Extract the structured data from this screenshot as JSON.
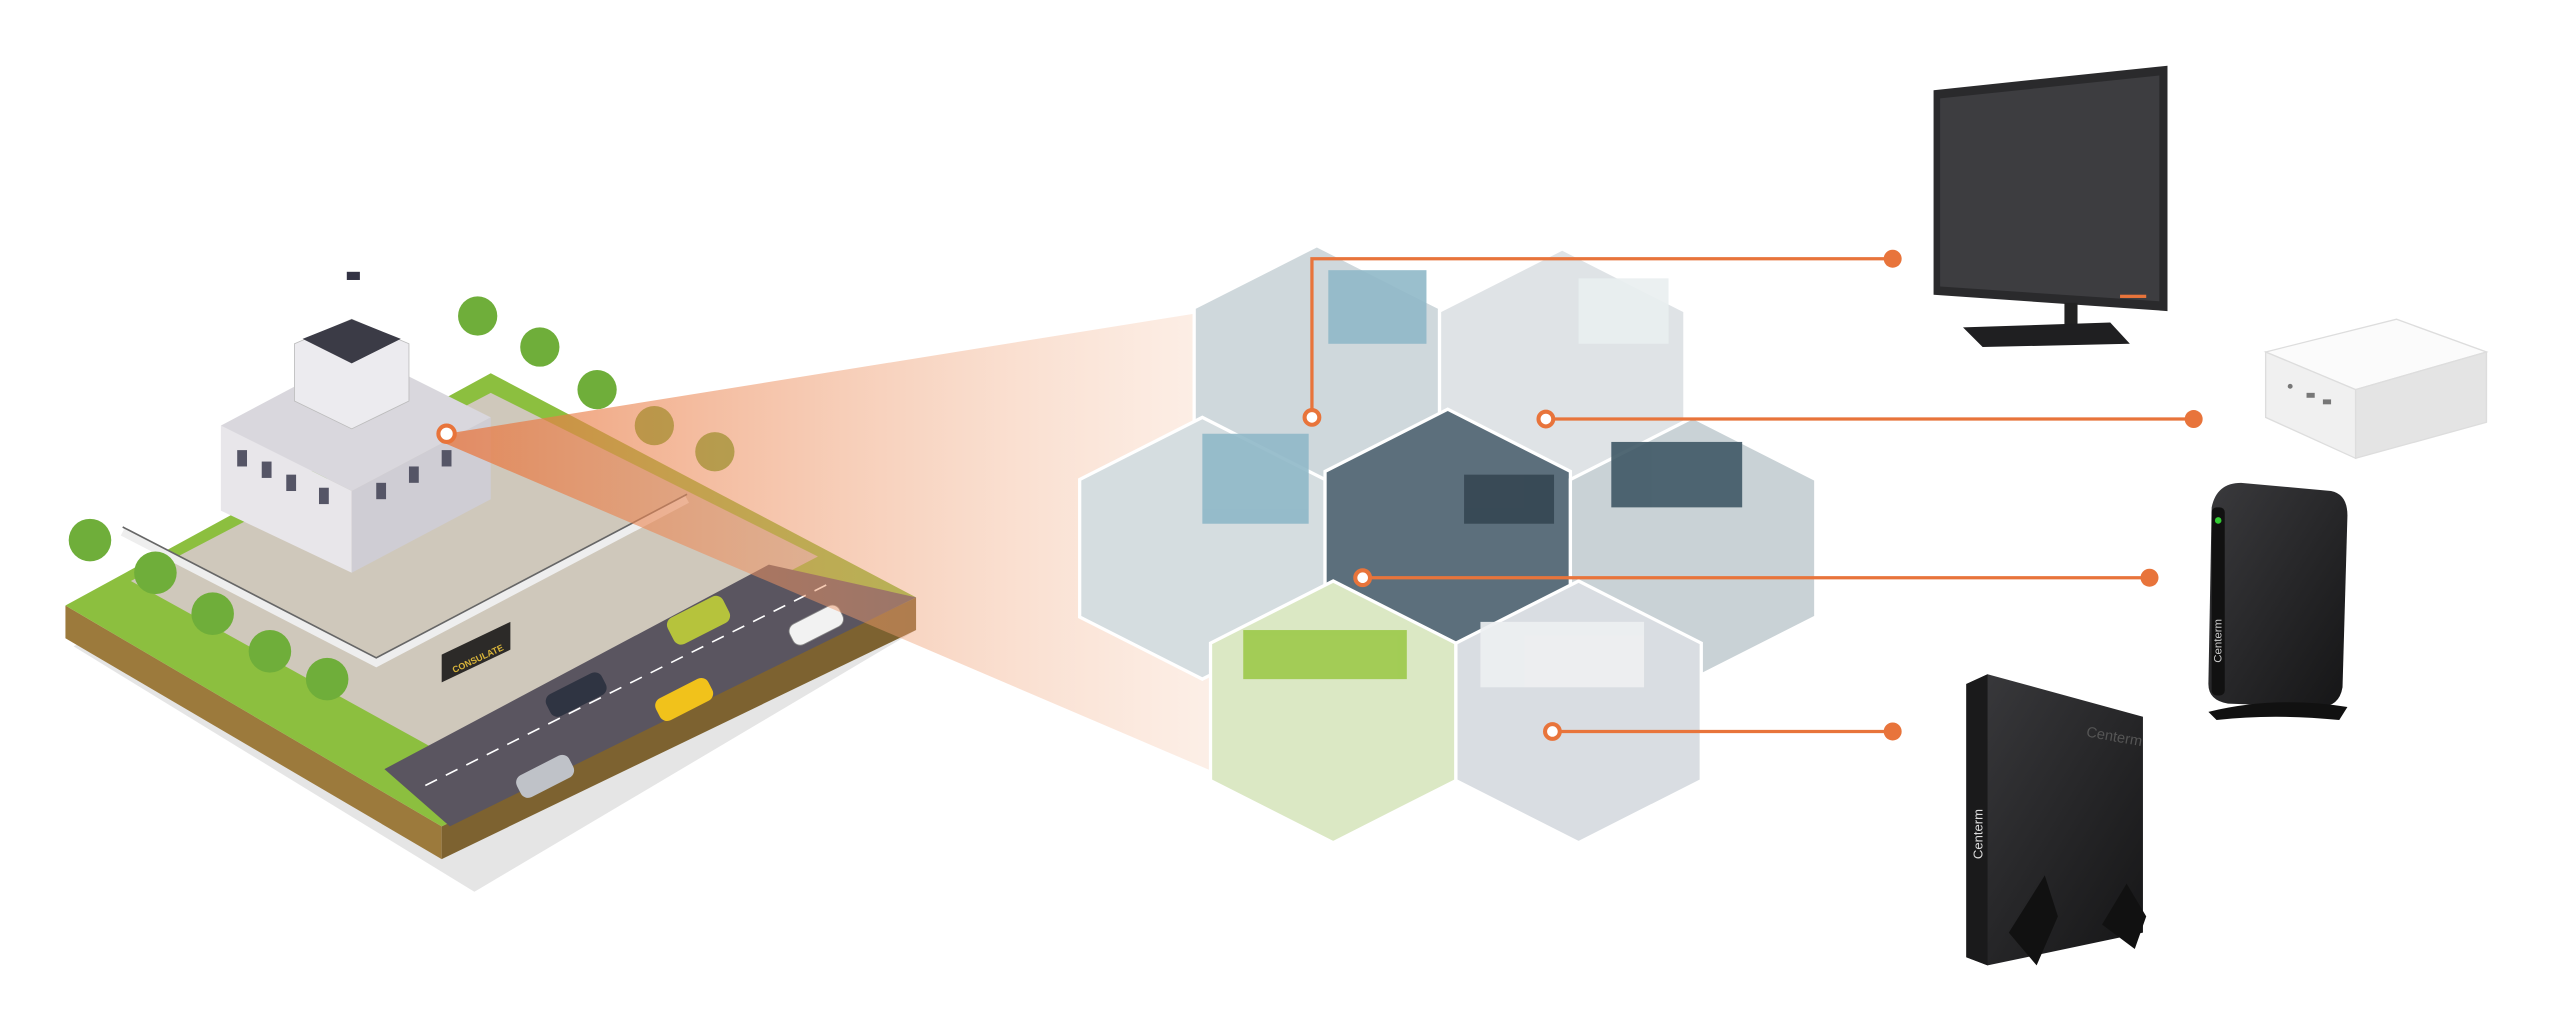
{
  "scene": {
    "building_sign": "CONSULATE",
    "brand": "Centerm"
  },
  "colors": {
    "accent": "#e8743b",
    "grass": "#8cbf3f",
    "road": "#5a5560",
    "device_dark": "#2b2b2d",
    "device_white": "#f4f4f4"
  },
  "devices": [
    {
      "name": "monitor",
      "icon": "monitor-icon"
    },
    {
      "name": "mini-pc",
      "icon": "mini-pc-icon"
    },
    {
      "name": "thin-client",
      "icon": "thin-client-icon"
    },
    {
      "name": "tower-pc",
      "icon": "tower-pc-icon"
    }
  ]
}
